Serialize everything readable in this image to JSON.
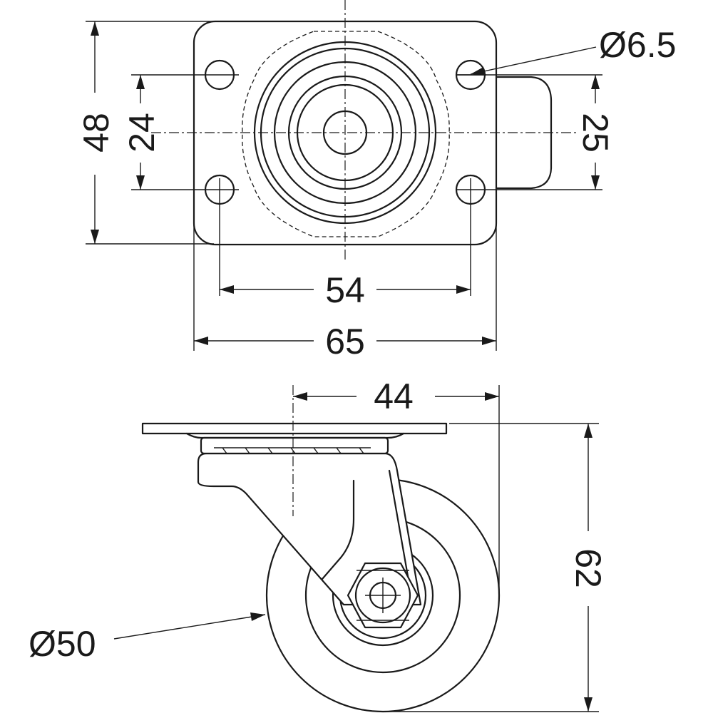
{
  "diagram": {
    "top_view": {
      "dim_height": "48",
      "dim_hole_spacing_vertical": "24",
      "dim_hole_diameter": "Ø6.5",
      "dim_lock_width": "25",
      "dim_hole_spacing_horizontal": "54",
      "dim_plate_width": "65"
    },
    "side_view": {
      "dim_offset": "44",
      "dim_total_height": "62",
      "dim_wheel_diameter": "Ø50"
    }
  },
  "colors": {
    "line": "#1a1a1a",
    "background": "#ffffff"
  }
}
